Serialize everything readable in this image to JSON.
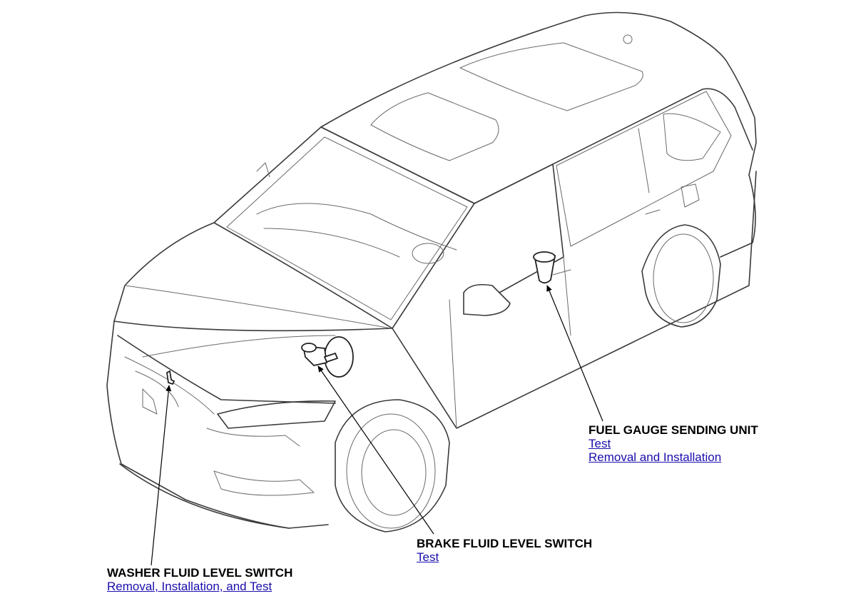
{
  "callouts": {
    "fuel_gauge": {
      "title": "FUEL GAUGE SENDING UNIT",
      "links": [
        "Test",
        "Removal and Installation"
      ]
    },
    "brake_fluid": {
      "title": "BRAKE FLUID LEVEL SWITCH",
      "links": [
        "Test"
      ]
    },
    "washer_fluid": {
      "title": "WASHER FLUID LEVEL SWITCH",
      "links": [
        "Removal, Installation, and Test"
      ]
    }
  },
  "colors": {
    "link": "#1a0dab",
    "title": "#000000",
    "line_art": "#3a3a3a"
  }
}
